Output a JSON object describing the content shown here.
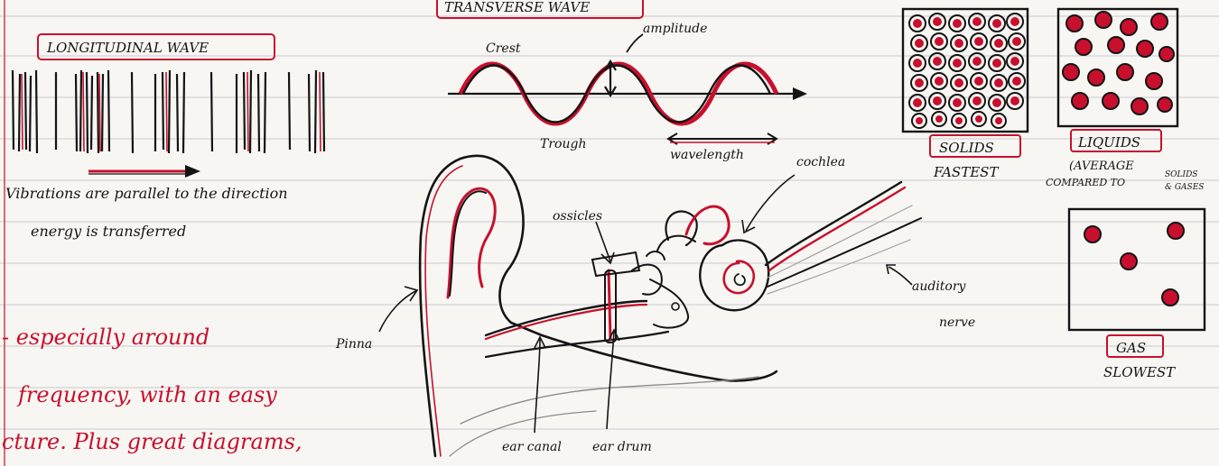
{
  "colors": {
    "paper": "#f7f6f2",
    "ink": "#141414",
    "red_pen": "#c8102e",
    "rule": "#c9cbd2"
  },
  "longitudinal": {
    "title": "LONGITUDINAL WAVE",
    "caption_line1": "Vibrations are parallel to the direction",
    "caption_line2": "energy is transferred"
  },
  "transverse": {
    "title": "TRANSVERSE WAVE",
    "amplitude": "amplitude",
    "crest": "Crest",
    "trough": "Trough",
    "wavelength": "wavelength"
  },
  "ear": {
    "cochlea": "cochlea",
    "ossicles": "ossicles",
    "auditory_line1": "auditory",
    "auditory_line2": "nerve",
    "pinna": "Pinna",
    "ear_canal": "ear canal",
    "eardrum": "ear drum"
  },
  "states": {
    "solids_label": "SOLIDS",
    "solids_speed": "FASTEST",
    "liquids_label": "LIQUIDS",
    "liquids_speed_1": "(AVERAGE",
    "liquids_speed_2": "COMPARED TO",
    "liquids_speed_3": "SOLIDS",
    "liquids_speed_4": "& GASES",
    "gas_label": "GAS",
    "gas_speed": "SLOWEST"
  },
  "note_text": {
    "line1": "- especially around",
    "line2": "frequency, with an easy",
    "line3": "cture. Plus great diagrams,"
  }
}
